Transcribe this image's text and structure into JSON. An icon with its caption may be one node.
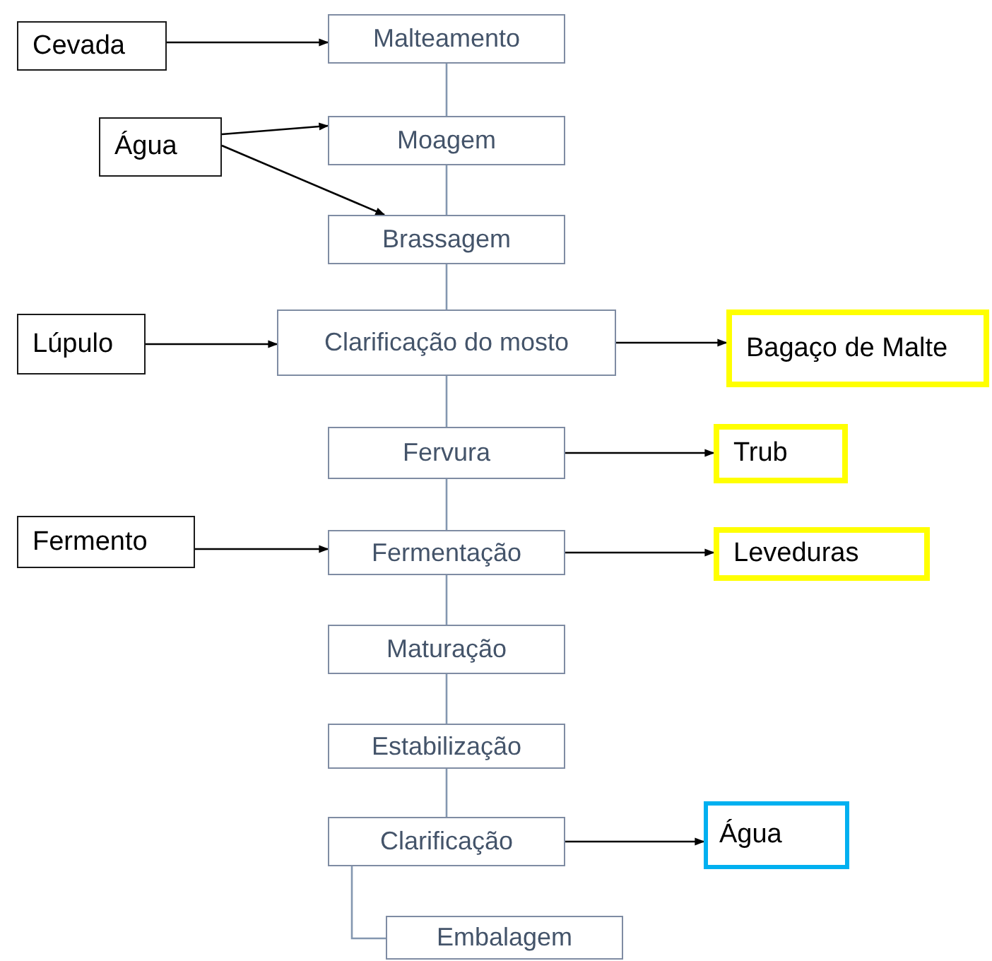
{
  "diagram": {
    "nodes": [
      {
        "text": [
          "Cevada"
        ]
      },
      {
        "text": [
          "Malteamento"
        ]
      },
      {
        "text": [
          "Água"
        ]
      },
      {
        "text": [
          "Moagem"
        ]
      },
      {
        "text": [
          "Brassagem"
        ]
      },
      {
        "text": [
          "Lúpulo"
        ]
      },
      {
        "text": [
          "Clarificação do mosto"
        ]
      },
      {
        "text": [
          "Bagaço de Malte"
        ]
      },
      {
        "text": [
          "Fervura"
        ]
      },
      {
        "text": [
          "Trub"
        ]
      },
      {
        "text": [
          "Fermento"
        ]
      },
      {
        "text": [
          "Fermentação"
        ]
      },
      {
        "text": [
          "Leveduras"
        ]
      },
      {
        "text": [
          "Maturação"
        ]
      },
      {
        "text": [
          "Estabilização"
        ]
      },
      {
        "text": [
          "Clarificação"
        ]
      },
      {
        "text": [
          "Água"
        ]
      },
      {
        "text": [
          "Embalagem"
        ]
      }
    ],
    "edges": [
      {
        "from": 0,
        "to": 1,
        "arrow": "to"
      },
      {
        "from": 2,
        "to": 3,
        "arrow": "to"
      },
      {
        "from": 2,
        "to": 4,
        "arrow": "to"
      },
      {
        "from": 1,
        "to": 3,
        "arrow": "none",
        "color": "#8497b0"
      },
      {
        "from": 3,
        "to": 4,
        "arrow": "none",
        "color": "#8497b0"
      },
      {
        "from": 4,
        "to": 6,
        "arrow": "none",
        "color": "#8497b0"
      },
      {
        "from": 5,
        "to": 6,
        "arrow": "to"
      },
      {
        "from": 6,
        "to": 7,
        "arrow": "to"
      },
      {
        "from": 6,
        "to": 8,
        "arrow": "none",
        "color": "#8497b0"
      },
      {
        "from": 8,
        "to": 9,
        "arrow": "to"
      },
      {
        "from": 8,
        "to": 11,
        "arrow": "none",
        "color": "#8497b0"
      },
      {
        "from": 10,
        "to": 11,
        "arrow": "to"
      },
      {
        "from": 11,
        "to": 12,
        "arrow": "to"
      },
      {
        "from": 11,
        "to": 13,
        "arrow": "none",
        "color": "#8497b0"
      },
      {
        "from": 13,
        "to": 14,
        "arrow": "none",
        "color": "#8497b0"
      },
      {
        "from": 14,
        "to": 15,
        "arrow": "none",
        "color": "#8497b0"
      },
      {
        "from": 15,
        "to": 16,
        "arrow": "to"
      },
      {
        "from": 15,
        "to": 17,
        "arrow": "none",
        "color": "#8497b0"
      }
    ]
  }
}
